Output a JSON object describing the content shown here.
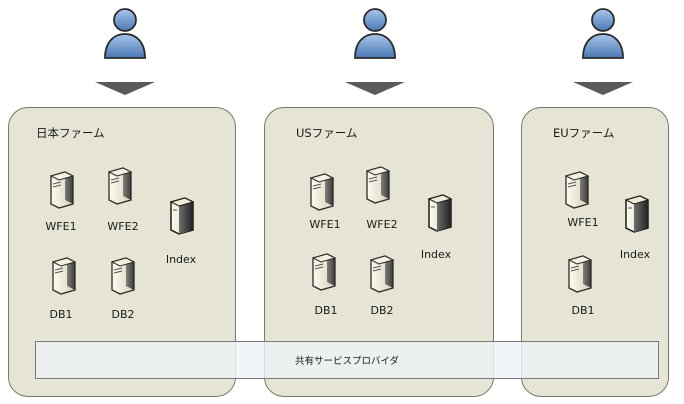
{
  "farms": [
    {
      "title": "日本ファーム",
      "wfe1": "WFE1",
      "wfe2": "WFE2",
      "index": "Index",
      "db1": "DB1",
      "db2": "DB2"
    },
    {
      "title": "USファーム",
      "wfe1": "WFE1",
      "wfe2": "WFE2",
      "index": "Index",
      "db1": "DB1",
      "db2": "DB2"
    },
    {
      "title": "EUファーム",
      "wfe1": "WFE1",
      "index": "Index",
      "db1": "DB1"
    }
  ],
  "shared_service": "共有サービスプロバイダ",
  "colors": {
    "farm_fill": "#e6e5d5",
    "user_blue": "#5f8fc8",
    "arrow": "#5a5a5a",
    "shared_fill": "#eef2f6"
  },
  "icons": {
    "user": "user-icon",
    "web_server": "web-server-icon",
    "db_server": "database-server-icon",
    "index_server": "index-server-icon"
  }
}
